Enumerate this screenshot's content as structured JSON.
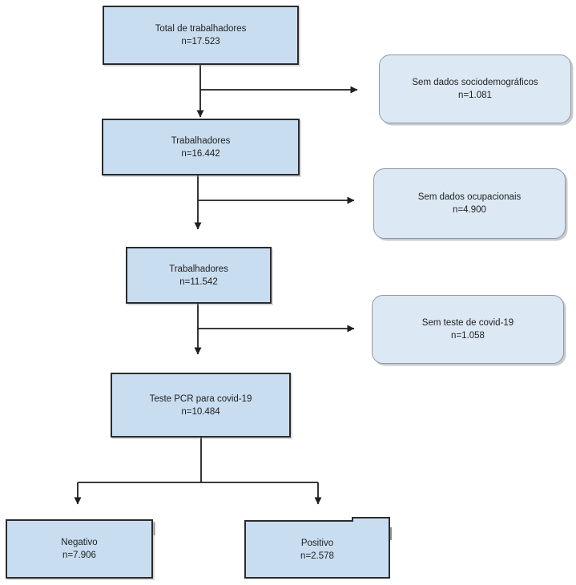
{
  "figure": {
    "type": "flowchart",
    "language": "pt",
    "nodes": {
      "total": {
        "line1": "Total de trabalhadores",
        "line2": "n=17.523"
      },
      "excl_sociodem": {
        "line1": "Sem dados sociodemográficos",
        "line2": "n=1.081"
      },
      "workers1": {
        "line1": "Trabalhadores",
        "line2": "n=16.442"
      },
      "excl_ocupacao": {
        "line1": "Sem dados ocupacionais",
        "line2": "n=4.900"
      },
      "workers2": {
        "line1": "Trabalhadores",
        "line2": "n=11.542"
      },
      "excl_teste": {
        "line1": "Sem teste de covid-19",
        "line2": "n=1.058"
      },
      "pcr": {
        "line1": "Teste PCR para covid-19",
        "line2": "n=10.484"
      },
      "negativo": {
        "line1": "Negativo",
        "line2": "n=7.906"
      },
      "positivo": {
        "line1": "Positivo",
        "line2": "n=2.578"
      }
    },
    "colors": {
      "box_fill": "#c9ddf0",
      "box_border": "#2b2b2b",
      "side_fill": "#dde8f5",
      "side_border": "#8e99a6",
      "line": "#1f1f1f",
      "text": "#1f1f1f"
    }
  }
}
